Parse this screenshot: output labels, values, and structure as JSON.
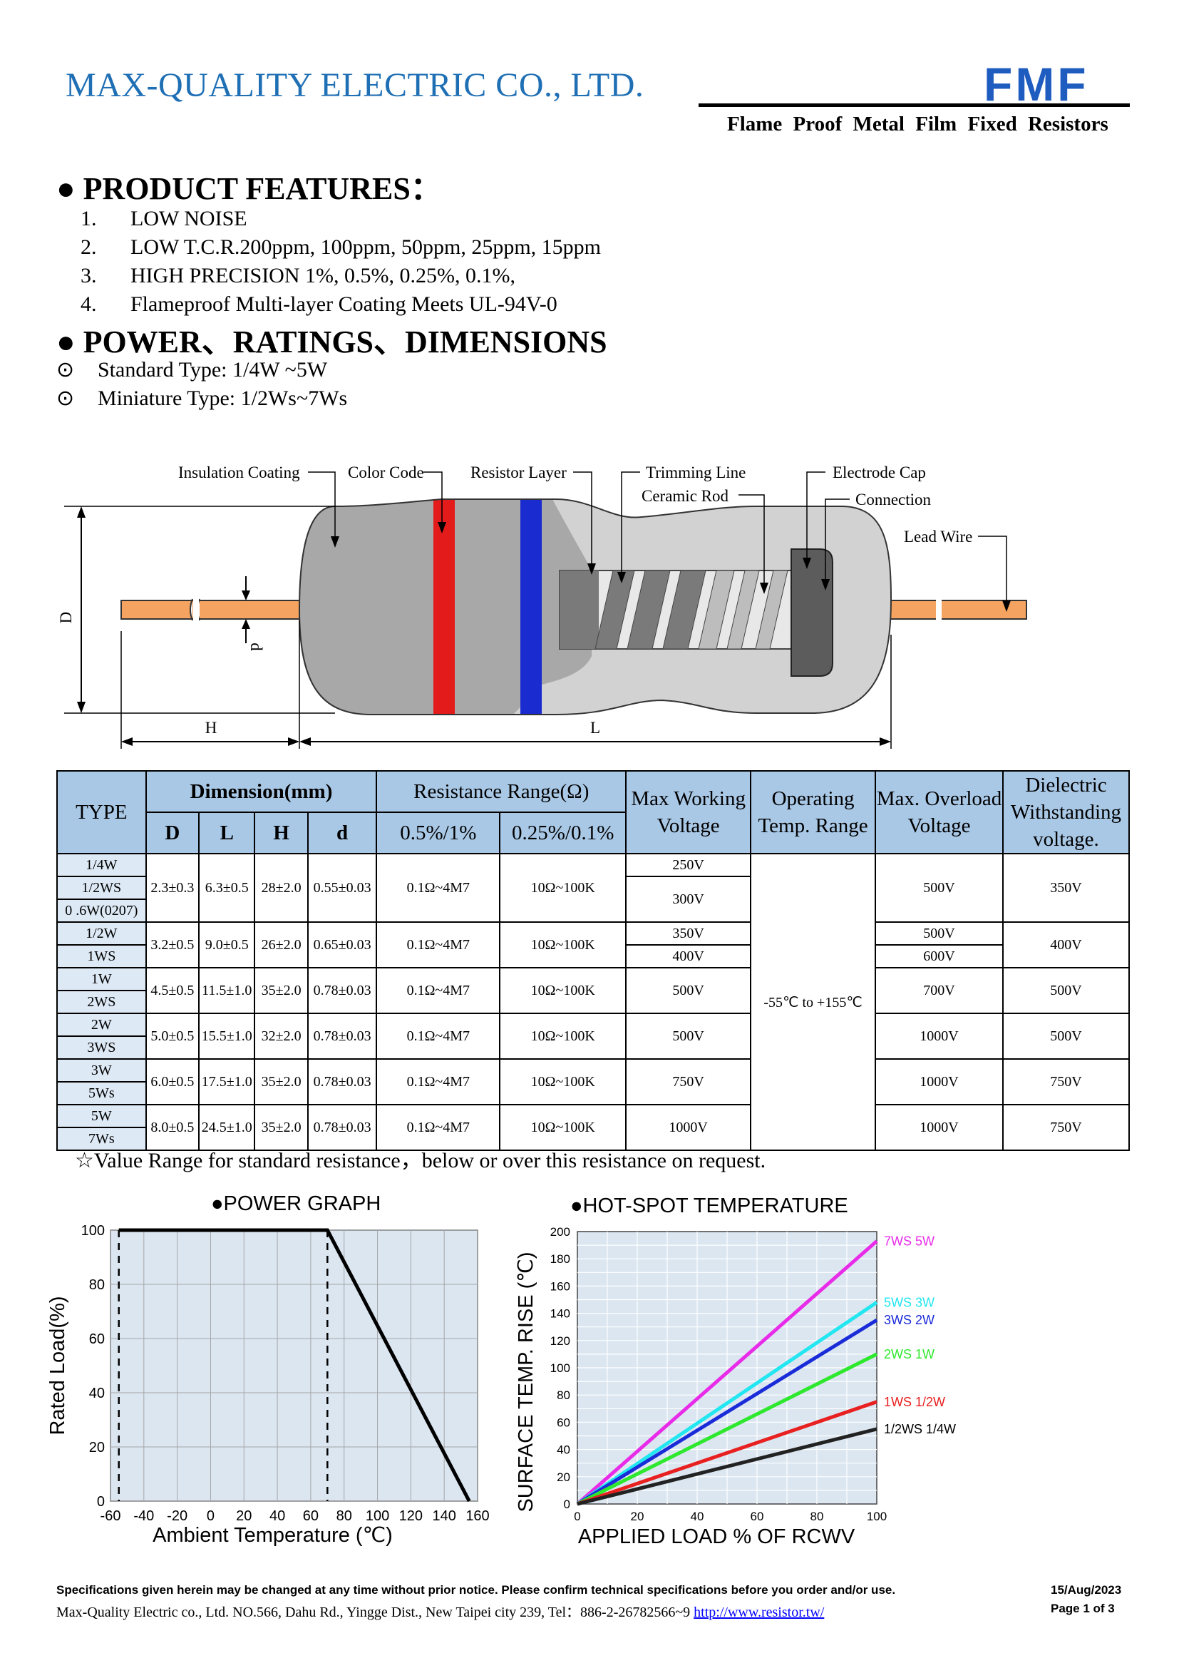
{
  "header": {
    "company": "MAX-QUALITY ELECTRIC CO., LTD.",
    "logo": "FMF",
    "subtitle": "Flame Proof Metal Film Fixed Resistors"
  },
  "features": {
    "title": "PRODUCT FEATURES：",
    "items": [
      {
        "num": "1.",
        "text": "LOW NOISE"
      },
      {
        "num": "2.",
        "text": "LOW T.C.R.200ppm, 100ppm, 50ppm, 25ppm, 15ppm"
      },
      {
        "num": "3.",
        "text": "HIGH PRECISION 1%, 0.5%, 0.25%, 0.1%,"
      },
      {
        "num": "4.",
        "text": "Flameproof Multi-layer Coating Meets UL-94V-0"
      }
    ]
  },
  "power": {
    "title": "POWER、RATINGS、DIMENSIONS",
    "standard": "Standard Type: 1/4W ~5W",
    "miniature": "Miniature Type: 1/2Ws~7Ws"
  },
  "diagram": {
    "labels": {
      "insulation": "Insulation Coating",
      "color_code": "Color Code",
      "resistor_layer": "Resistor Layer",
      "trimming_line": "Trimming Line",
      "ceramic_rod": "Ceramic Rod",
      "electrode_cap": "Electrode Cap",
      "connection": "Connection",
      "lead_wire": "Lead Wire",
      "D": "D",
      "d": "d",
      "H": "H",
      "L": "L"
    }
  },
  "table": {
    "headers": {
      "type": "TYPE",
      "dimension": "Dimension(mm)",
      "D": "D",
      "L": "L",
      "H": "H",
      "d": "d",
      "resistance": "Resistance Range(Ω)",
      "r1": "0.5%/1%",
      "r2": "0.25%/0.1%",
      "max_working": "Max Working Voltage",
      "operating": "Operating Temp. Range",
      "overload": "Max. Overload Voltage",
      "dielectric": "Dielectric Withstanding voltage."
    },
    "temp_range": "-55℃  to +155℃",
    "groups": [
      {
        "types": [
          "1/4W",
          "1/2WS",
          "0 .6W(0207)"
        ],
        "D": "2.3±0.3",
        "L": "6.3±0.5",
        "H": "28±2.0",
        "d": "0.55±0.03",
        "r1": "0.1Ω~4M7",
        "r2": "10Ω~100K",
        "mwv": [
          "250V",
          "300V"
        ],
        "ov": [
          "500V"
        ],
        "dw": "350V"
      },
      {
        "types": [
          "1/2W",
          "1WS"
        ],
        "D": "3.2±0.5",
        "L": "9.0±0.5",
        "H": "26±2.0",
        "d": "0.65±0.03",
        "r1": "0.1Ω~4M7",
        "r2": "10Ω~100K",
        "mwv": [
          "350V",
          "400V"
        ],
        "ov": [
          "500V",
          "600V"
        ],
        "dw": "400V"
      },
      {
        "types": [
          "1W",
          "2WS"
        ],
        "D": "4.5±0.5",
        "L": "11.5±1.0",
        "H": "35±2.0",
        "d": "0.78±0.03",
        "r1": "0.1Ω~4M7",
        "r2": "10Ω~100K",
        "mwv": [
          "500V"
        ],
        "ov": [
          "700V"
        ],
        "dw": "500V"
      },
      {
        "types": [
          "2W",
          "3WS"
        ],
        "D": "5.0±0.5",
        "L": "15.5±1.0",
        "H": "32±2.0",
        "d": "0.78±0.03",
        "r1": "0.1Ω~4M7",
        "r2": "10Ω~100K",
        "mwv": [
          "500V"
        ],
        "ov": [
          "1000V"
        ],
        "dw": "500V"
      },
      {
        "types": [
          "3W",
          "5Ws"
        ],
        "D": "6.0±0.5",
        "L": "17.5±1.0",
        "H": "35±2.0",
        "d": "0.78±0.03",
        "r1": "0.1Ω~4M7",
        "r2": "10Ω~100K",
        "mwv": [
          "750V"
        ],
        "ov": [
          "1000V"
        ],
        "dw": "750V"
      },
      {
        "types": [
          "5W",
          "7Ws"
        ],
        "D": "8.0±0.5",
        "L": "24.5±1.0",
        "H": "35±2.0",
        "d": "0.78±0.03",
        "r1": "0.1Ω~4M7",
        "r2": "10Ω~100K",
        "mwv": [
          "1000V"
        ],
        "ov": [
          "1000V"
        ],
        "dw": "750V"
      }
    ],
    "note": "Value Range for standard resistance，below or over this resistance on request."
  },
  "chart_data": [
    {
      "type": "line",
      "title": "●POWER GRAPH",
      "xlabel": "Ambient Temperature (℃)",
      "ylabel": "Rated Load(%)",
      "xlim": [
        -60,
        160
      ],
      "ylim": [
        0,
        100
      ],
      "xticks": [
        -60,
        -40,
        -20,
        0,
        20,
        40,
        60,
        80,
        100,
        120,
        140,
        160
      ],
      "yticks": [
        0,
        20,
        40,
        60,
        80,
        100
      ],
      "grid": true,
      "series": [
        {
          "x": [
            -55,
            70,
            155
          ],
          "y": [
            100,
            100,
            0
          ],
          "color": "#000000"
        }
      ],
      "reference_lines_x": [
        -55,
        70
      ]
    },
    {
      "type": "line",
      "title": "●HOT-SPOT TEMPERATURE",
      "xlabel": "APPLIED LOAD % OF RCWV",
      "ylabel": "SURFACE TEMP. RISE (℃)",
      "xlim": [
        0,
        100
      ],
      "ylim": [
        0,
        200
      ],
      "xticks": [
        0,
        20,
        40,
        60,
        80,
        100
      ],
      "yticks": [
        0,
        20,
        40,
        60,
        80,
        100,
        120,
        140,
        160,
        180,
        200
      ],
      "grid": true,
      "series": [
        {
          "name": "7WS 5W",
          "x": [
            0,
            100
          ],
          "y": [
            0,
            193
          ],
          "color": "#e82be8"
        },
        {
          "name": "5WS 3W",
          "x": [
            0,
            100
          ],
          "y": [
            0,
            148
          ],
          "color": "#22e6f0"
        },
        {
          "name": "3WS 2W",
          "x": [
            0,
            100
          ],
          "y": [
            0,
            135
          ],
          "color": "#1a2bd8"
        },
        {
          "name": "2WS 1W",
          "x": [
            0,
            100
          ],
          "y": [
            0,
            110
          ],
          "color": "#2ee82e"
        },
        {
          "name": "1WS 1/2W",
          "x": [
            0,
            100
          ],
          "y": [
            0,
            75
          ],
          "color": "#e82020"
        },
        {
          "name": "1/2WS 1/4W",
          "x": [
            0,
            100
          ],
          "y": [
            0,
            55
          ],
          "color": "#222222"
        }
      ]
    }
  ],
  "footer": {
    "notice": "Specifications given herein may be changed at any time without prior notice. Please confirm technical specifications before you order and/or use.",
    "address": "Max-Quality Electric co., Ltd. NO.566, Dahu Rd., Yingge Dist., New Taipei city 239, Tel：886-2-26782566~9",
    "url": "http://www.resistor.tw/",
    "date": "15/Aug/2023",
    "page": "Page  1  of  3"
  }
}
